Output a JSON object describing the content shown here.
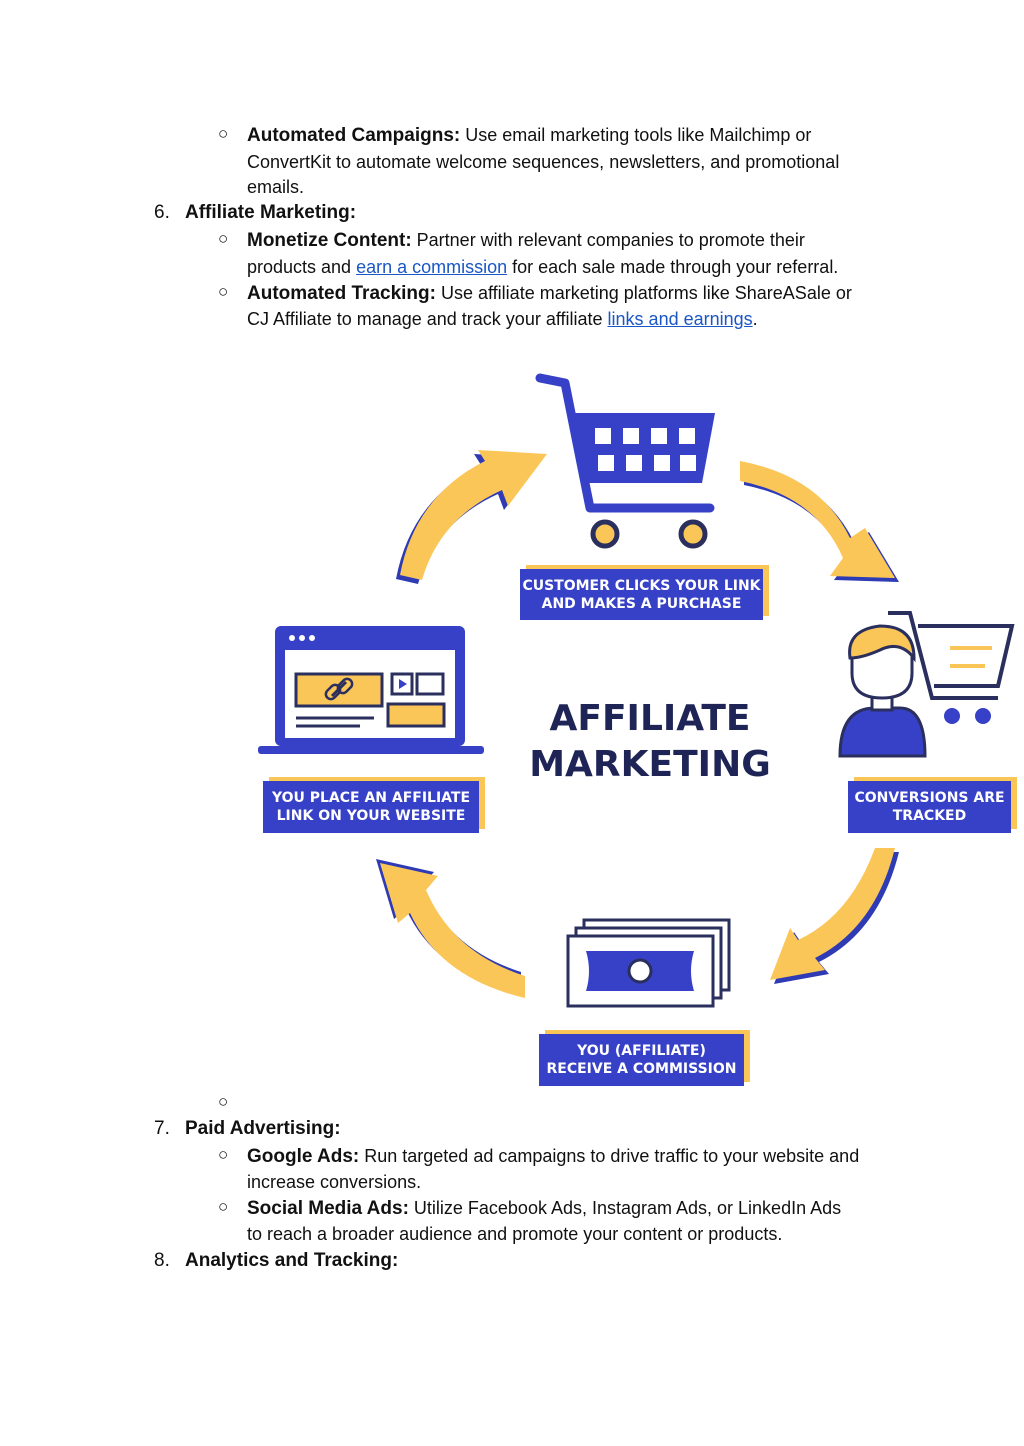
{
  "item5": {
    "automated_campaigns": {
      "label": "Automated Campaigns:",
      "line1": " Use email marketing tools like Mailchimp or",
      "line2": "ConvertKit to automate welcome sequences, newsletters, and promotional",
      "line3": "emails."
    }
  },
  "item6": {
    "number": "6.",
    "heading": "Affiliate Marketing:",
    "monetize": {
      "label": "Monetize Content:",
      "line1": " Partner with relevant companies to promote their",
      "line2_pre": "products and ",
      "line2_link": "earn a commission",
      "line2_post": " for each sale made through your referral."
    },
    "tracking": {
      "label": "Automated Tracking:",
      "line1": " Use affiliate marketing platforms like ShareASale or",
      "line2_pre": "CJ Affiliate to manage and track your affiliate ",
      "line2_link": "links and earnings",
      "line2_post": "."
    }
  },
  "figure": {
    "title_line1": "AFFILIATE",
    "title_line2": "MARKETING",
    "step_purchase": [
      "CUSTOMER CLICKS YOUR LINK",
      "AND MAKES A PURCHASE"
    ],
    "step_tracked": [
      "CONVERSIONS ARE",
      "TRACKED"
    ],
    "step_commission": [
      "YOU (AFFILIATE)",
      "RECEIVE A COMMISSION"
    ],
    "step_place": [
      "YOU PLACE AN AFFILIATE",
      "LINK ON YOUR WEBSITE"
    ],
    "colors": {
      "blue": "#3741c8",
      "yellow": "#fbc658",
      "navy": "#1e2556"
    },
    "icons": [
      "shopping-cart-icon",
      "person-with-cart-icon",
      "money-bills-icon",
      "laptop-link-icon",
      "cycle-arrow-icon"
    ]
  },
  "bullet_symbol": "○",
  "item7": {
    "number": "7.",
    "heading": "Paid Advertising:",
    "google": {
      "label": "Google Ads:",
      "line1": " Run targeted ad campaigns to drive traffic to your website and",
      "line2": "increase conversions."
    },
    "social": {
      "label": "Social Media Ads:",
      "line1": " Utilize Facebook Ads, Instagram Ads, or LinkedIn Ads",
      "line2": "to reach a broader audience and promote your content or products."
    }
  },
  "item8": {
    "number": "8.",
    "heading": "Analytics and Tracking:"
  }
}
